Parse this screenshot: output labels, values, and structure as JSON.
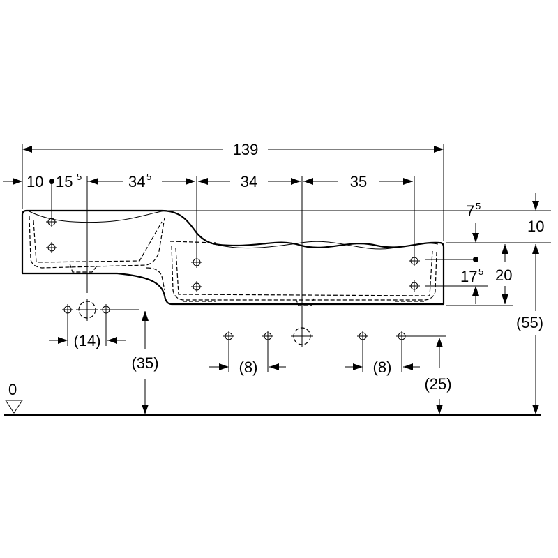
{
  "drawing": {
    "overall_width": "139",
    "top_dims": {
      "left_edge": "10",
      "first_hole": {
        "base": "15",
        "sup": "5"
      },
      "second": {
        "base": "34",
        "sup": "5"
      },
      "third": "34",
      "fourth": "35"
    },
    "right_dims": {
      "top_offset": {
        "base": "7",
        "sup": "5"
      },
      "rim_height": "10",
      "hole_height": {
        "base": "17",
        "sup": "5"
      },
      "body_height": "20",
      "total_height": "(55)"
    },
    "bottom_dims": {
      "left_spacing": "(14)",
      "left_height": "(35)",
      "center_spacing": "(8)",
      "right_spacing": "(8)",
      "right_height": "(25)"
    },
    "ground_label": "0"
  }
}
